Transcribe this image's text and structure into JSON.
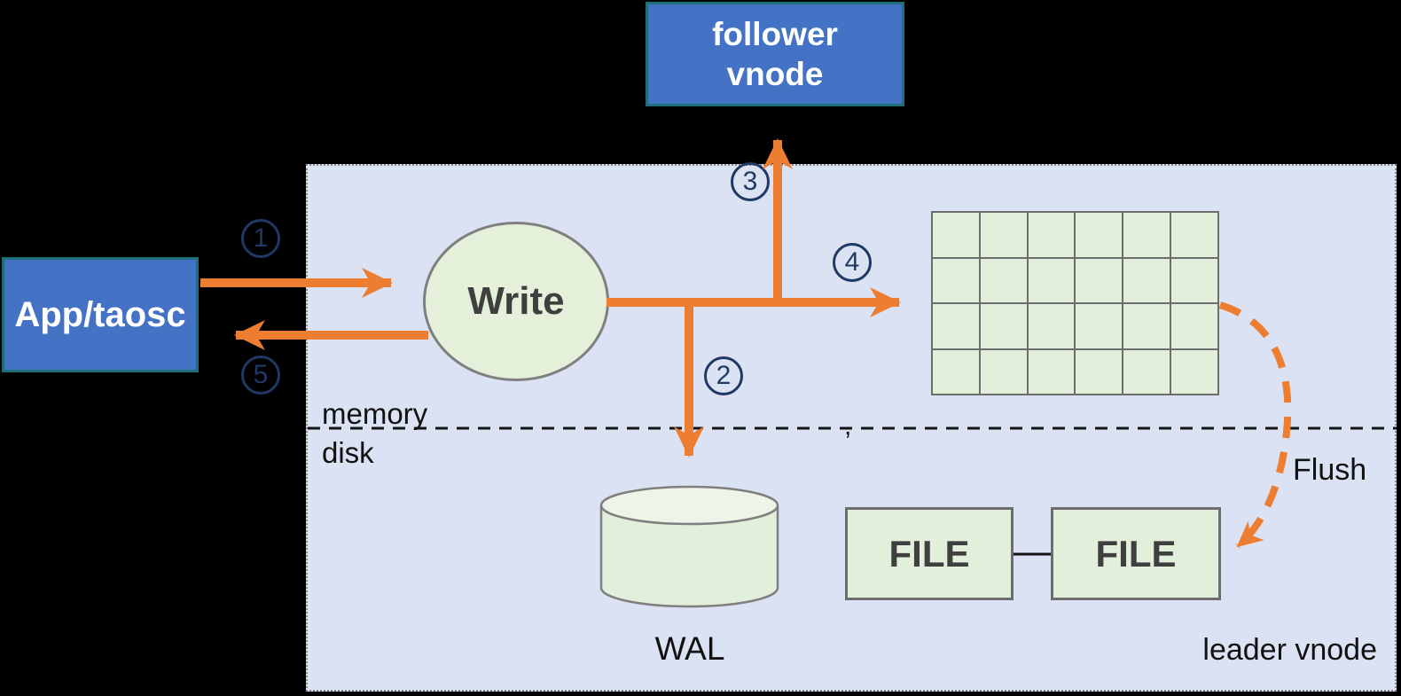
{
  "colors": {
    "background": "#000000",
    "container_fill": "#dae2f3",
    "container_border": "#8a8a8a",
    "node_blue_fill": "#4472c4",
    "node_blue_border": "#1f6e7a",
    "green_fill": "#e2efda",
    "green_border": "#6d6d6d",
    "arrow_orange": "#ed7d31",
    "step_navy": "#1f3864",
    "node_text_dark": "#3f3f3f",
    "label_black": "#111111"
  },
  "nodes": {
    "follower_vnode": {
      "label": "follower\nvnode"
    },
    "app_taosc": {
      "label": "App/taosc"
    },
    "write": {
      "label": "Write"
    },
    "wal": {
      "label": "WAL"
    },
    "file_1": {
      "label": "FILE"
    },
    "file_2": {
      "label": "FILE"
    }
  },
  "labels": {
    "memory": "memory",
    "disk": "disk",
    "flush": "Flush",
    "leader_vnode": "leader vnode",
    "divider_mark": ","
  },
  "steps": [
    {
      "id": 1,
      "label": "1"
    },
    {
      "id": 2,
      "label": "2"
    },
    {
      "id": 3,
      "label": "3"
    },
    {
      "id": 4,
      "label": "4"
    },
    {
      "id": 5,
      "label": "5"
    }
  ],
  "grid": {
    "rows": 4,
    "cols": 6
  }
}
